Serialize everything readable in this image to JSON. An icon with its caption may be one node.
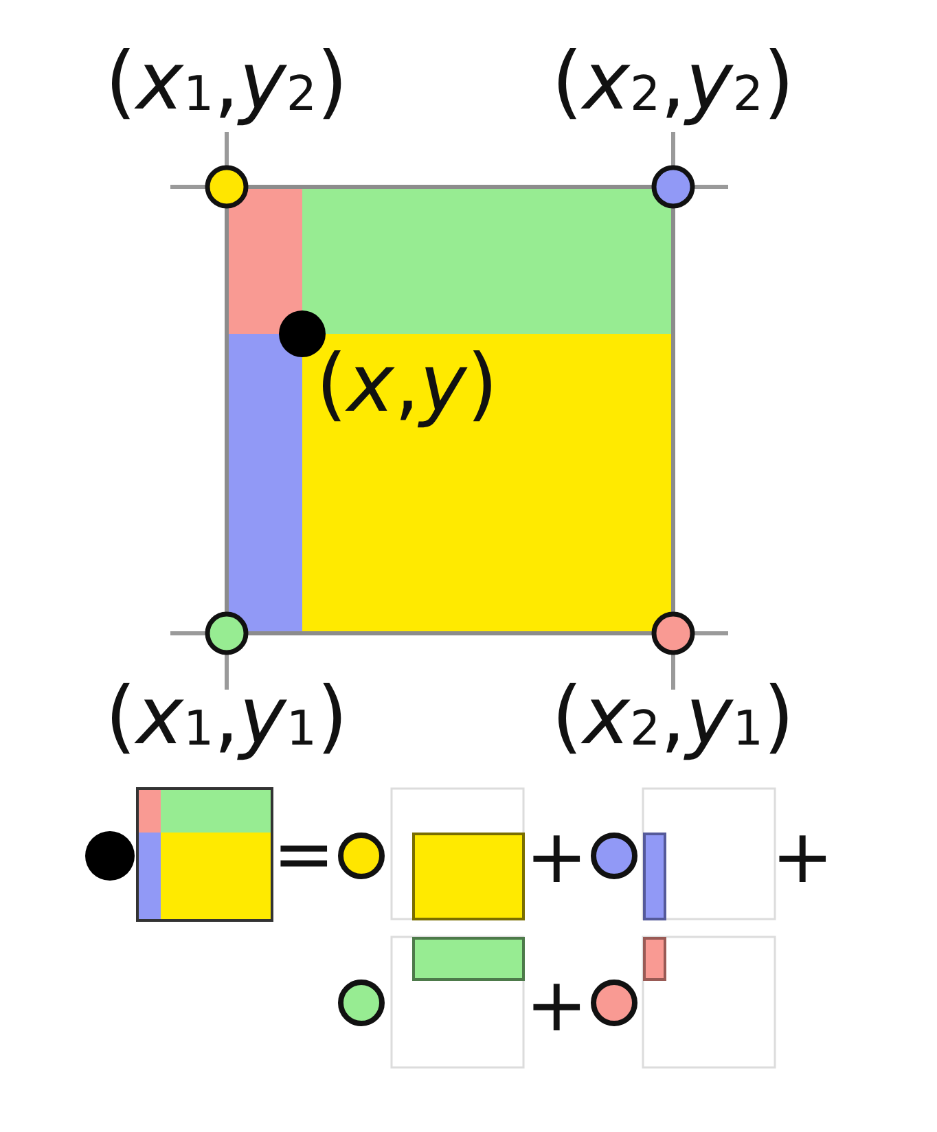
{
  "diagram": {
    "labels": [
      "(*x*$_{1}$,*y*$_{2}$)",
      "(*x*$_{2}$,*y*$_{2}$)",
      "(*x*,*y*)",
      "(*x*$_{1}$,*y*$_{1}$)",
      "(*x*$_{2}$,*y*$_{1}$)",
      "=",
      "+",
      "+",
      "+"
    ]
  }
}
